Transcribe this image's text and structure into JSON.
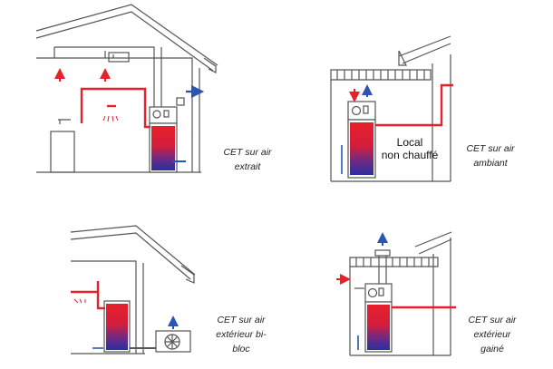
{
  "panels": [
    {
      "id": "extrait",
      "caption": [
        "CET sur air",
        "extrait"
      ]
    },
    {
      "id": "ambiant",
      "caption": [
        "CET sur air",
        "ambiant"
      ],
      "room_label": [
        "Local",
        "non chauffé"
      ]
    },
    {
      "id": "bibloc",
      "caption": [
        "CET sur air",
        "extérieur bi-",
        "bloc"
      ]
    },
    {
      "id": "gaine",
      "caption": [
        "CET sur air",
        "extérieur",
        "gainé"
      ]
    }
  ],
  "colors": {
    "outline": "#555555",
    "hot_pipe": "#e8202a",
    "cold_arrow": "#2a55b0",
    "tank_hot": "#e8202a",
    "tank_cold": "#2b2f9e"
  }
}
